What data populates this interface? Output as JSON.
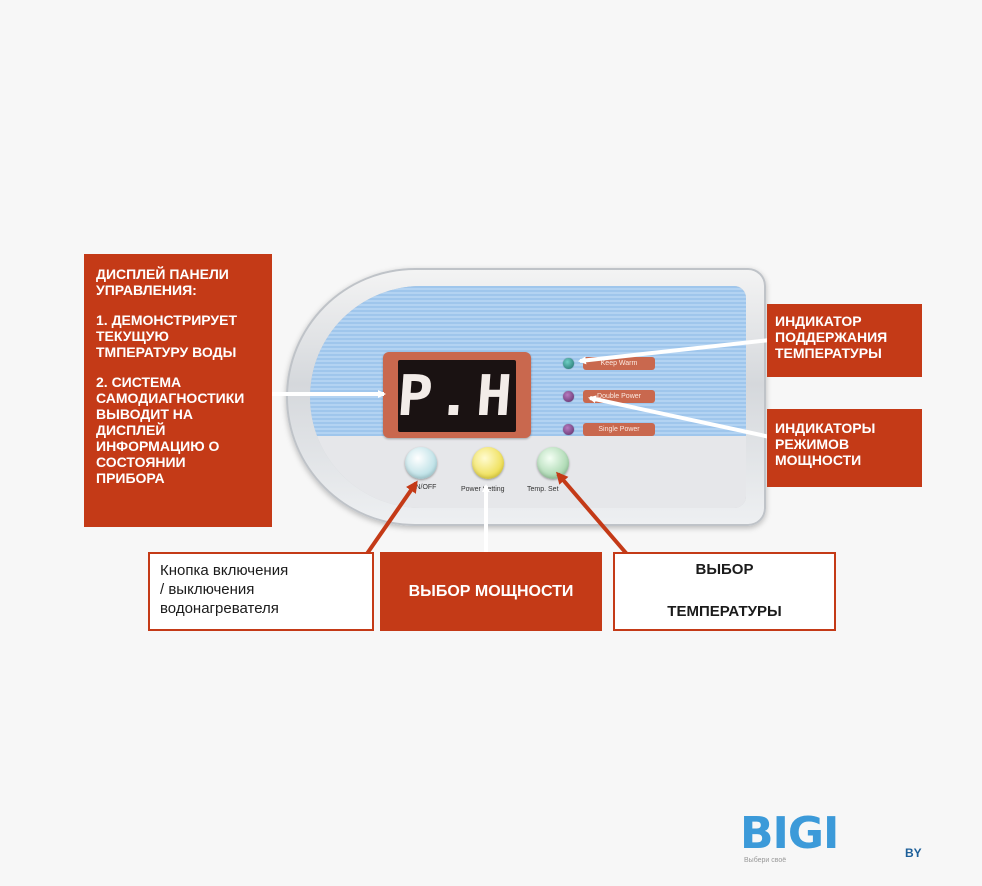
{
  "display": {
    "digits": "P.H"
  },
  "panel_labels": {
    "onoff": "ON/OFF",
    "power": "Power Setting",
    "temp": "Temp. Set"
  },
  "indicator_tags": {
    "tag1": "Keep Warm",
    "tag2": "Double Power",
    "tag3": "Single Power"
  },
  "callouts": {
    "display_panel": {
      "title": "ДИСПЛЕЙ ПАНЕЛИ\nУПРАВЛЕНИЯ:",
      "point1": "1. ДЕМОНСТРИРУЕТ\nТЕКУЩУЮ\nТМПЕРАТУРУ ВОДЫ",
      "point2": "2. СИСТЕМА\nСАМОДИАГНОСТИКИ\nВЫВОДИТ НА\nДИСПЛЕЙ\nИНФОРМАЦИЮ О\nСОСТОЯНИИ\nПРИБОРА"
    },
    "temp_indicator": "ИНДИКАТОР\nПОДДЕРЖАНИЯ\nТЕМПЕРАТУРЫ",
    "power_indicators": "ИНДИКАТОРЫ\nРЕЖИМОВ\nМОЩНОСТИ",
    "power_button": "Кнопка включения\n/ выключения\nводонагревателя",
    "power_select": "ВЫБОР МОЩНОСТИ",
    "temp_select_line1": "ВЫБОР",
    "temp_select_line2": "ТЕМПЕРАТУРЫ"
  },
  "logo": {
    "text": "BIGI",
    "suffix": "BY",
    "tagline": "Выбери своё"
  },
  "colors": {
    "callout_red": "#c43a17",
    "panel_blue": "#9fc6ec",
    "logo_blue": "#3c9ad9"
  }
}
